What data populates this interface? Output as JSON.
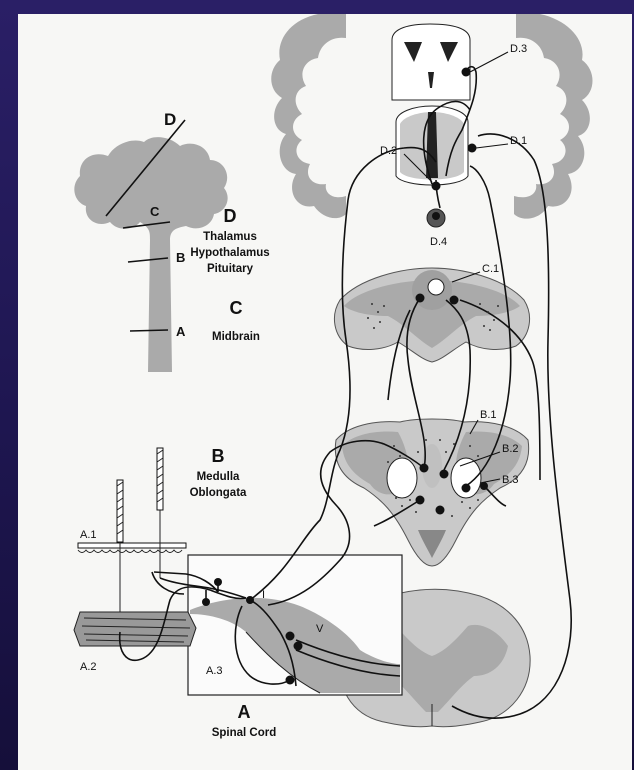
{
  "figure": {
    "levels": {
      "D": {
        "letter": "D",
        "lines": [
          "Thalamus",
          "Hypothalamus",
          "Pituitary"
        ]
      },
      "C": {
        "letter": "C",
        "lines": [
          "Midbrain"
        ]
      },
      "B": {
        "letter": "B",
        "lines": [
          "Medulla",
          "Oblongata"
        ]
      },
      "A": {
        "letter": "A",
        "lines": [
          "Spinal Cord"
        ]
      }
    },
    "brainstem_cut_labels": [
      "D",
      "C",
      "B",
      "A"
    ],
    "part_labels": {
      "d3": "D.3",
      "d2": "D.2",
      "d1": "D.1",
      "d4": "D.4",
      "c1": "C.1",
      "b1": "B.1",
      "b2": "B.2",
      "b3": "B.3",
      "a1": "A.1",
      "a2": "A.2",
      "a3": "A.3",
      "lamina_i": "I",
      "lamina_v": "V"
    }
  }
}
